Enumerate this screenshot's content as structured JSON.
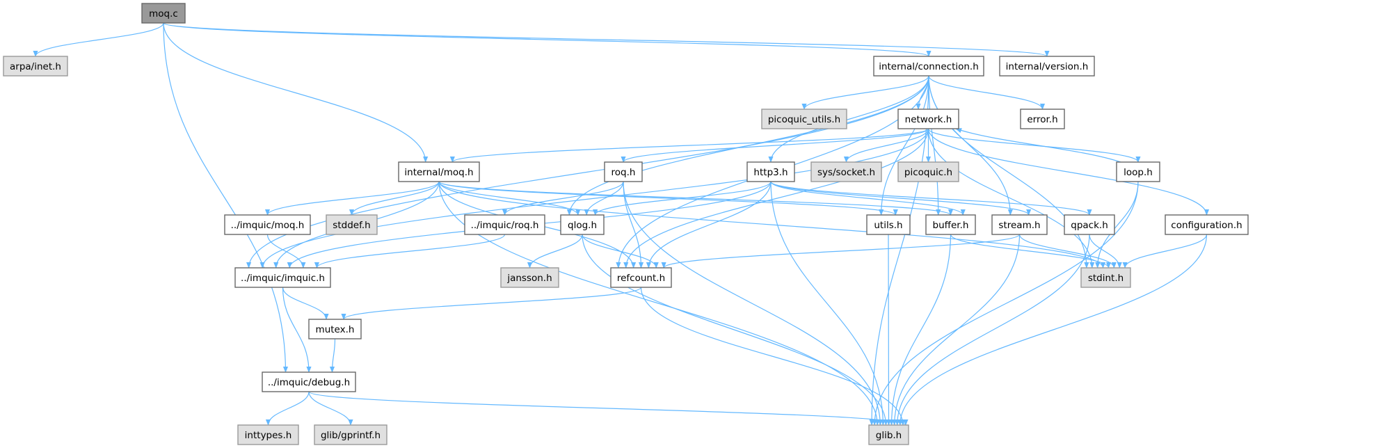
{
  "graph": {
    "edge_color": "#63b8ff",
    "nodes": {
      "moq_c": {
        "label": "moq.c",
        "kind": "root"
      },
      "arpa": {
        "label": "arpa/inet.h",
        "kind": "external"
      },
      "connection": {
        "label": "internal/connection.h",
        "kind": "normal"
      },
      "version": {
        "label": "internal/version.h",
        "kind": "normal"
      },
      "picoquic_utils": {
        "label": "picoquic_utils.h",
        "kind": "external"
      },
      "network": {
        "label": "network.h",
        "kind": "normal"
      },
      "error": {
        "label": "error.h",
        "kind": "normal"
      },
      "internal_moq": {
        "label": "internal/moq.h",
        "kind": "normal"
      },
      "roq": {
        "label": "roq.h",
        "kind": "normal"
      },
      "http3": {
        "label": "http3.h",
        "kind": "normal"
      },
      "socket": {
        "label": "sys/socket.h",
        "kind": "external"
      },
      "picoquic": {
        "label": "picoquic.h",
        "kind": "external"
      },
      "loop": {
        "label": "loop.h",
        "kind": "normal"
      },
      "imquic_moq": {
        "label": "../imquic/moq.h",
        "kind": "normal"
      },
      "stddef": {
        "label": "stddef.h",
        "kind": "external"
      },
      "imquic_roq": {
        "label": "../imquic/roq.h",
        "kind": "normal"
      },
      "qlog": {
        "label": "qlog.h",
        "kind": "normal"
      },
      "utils": {
        "label": "utils.h",
        "kind": "normal"
      },
      "buffer": {
        "label": "buffer.h",
        "kind": "normal"
      },
      "stream": {
        "label": "stream.h",
        "kind": "normal"
      },
      "qpack": {
        "label": "qpack.h",
        "kind": "normal"
      },
      "configuration": {
        "label": "configuration.h",
        "kind": "normal"
      },
      "imquic": {
        "label": "../imquic/imquic.h",
        "kind": "normal"
      },
      "jansson": {
        "label": "jansson.h",
        "kind": "external"
      },
      "refcount": {
        "label": "refcount.h",
        "kind": "normal"
      },
      "stdint": {
        "label": "stdint.h",
        "kind": "external"
      },
      "mutex": {
        "label": "mutex.h",
        "kind": "normal"
      },
      "debug": {
        "label": "../imquic/debug.h",
        "kind": "normal"
      },
      "inttypes": {
        "label": "inttypes.h",
        "kind": "external"
      },
      "gprintf": {
        "label": "glib/gprintf.h",
        "kind": "external"
      },
      "glib": {
        "label": "glib.h",
        "kind": "external"
      }
    },
    "edges": [
      [
        "moq_c",
        "arpa"
      ],
      [
        "moq_c",
        "connection"
      ],
      [
        "moq_c",
        "version"
      ],
      [
        "moq_c",
        "internal_moq"
      ],
      [
        "moq_c",
        "debug"
      ],
      [
        "connection",
        "picoquic_utils"
      ],
      [
        "connection",
        "network"
      ],
      [
        "connection",
        "error"
      ],
      [
        "connection",
        "http3"
      ],
      [
        "connection",
        "qlog"
      ],
      [
        "connection",
        "utils"
      ],
      [
        "connection",
        "buffer"
      ],
      [
        "connection",
        "stream"
      ],
      [
        "connection",
        "stdint"
      ],
      [
        "connection",
        "glib"
      ],
      [
        "connection",
        "refcount"
      ],
      [
        "connection",
        "imquic"
      ],
      [
        "network",
        "internal_moq"
      ],
      [
        "network",
        "roq"
      ],
      [
        "network",
        "imquic"
      ],
      [
        "network",
        "refcount"
      ],
      [
        "network",
        "socket"
      ],
      [
        "network",
        "picoquic"
      ],
      [
        "network",
        "stdint"
      ],
      [
        "network",
        "loop"
      ],
      [
        "network",
        "configuration"
      ],
      [
        "loop",
        "network"
      ],
      [
        "loop",
        "stdint"
      ],
      [
        "loop",
        "glib"
      ],
      [
        "internal_moq",
        "imquic_moq"
      ],
      [
        "internal_moq",
        "stddef"
      ],
      [
        "internal_moq",
        "qlog"
      ],
      [
        "internal_moq",
        "refcount"
      ],
      [
        "internal_moq",
        "glib"
      ],
      [
        "internal_moq",
        "utils"
      ],
      [
        "internal_moq",
        "buffer"
      ],
      [
        "internal_moq",
        "stdint"
      ],
      [
        "internal_moq",
        "imquic"
      ],
      [
        "roq",
        "imquic_roq"
      ],
      [
        "roq",
        "qlog"
      ],
      [
        "roq",
        "refcount"
      ],
      [
        "roq",
        "glib"
      ],
      [
        "http3",
        "qlog"
      ],
      [
        "http3",
        "imquic"
      ],
      [
        "http3",
        "refcount"
      ],
      [
        "http3",
        "glib"
      ],
      [
        "http3",
        "buffer"
      ],
      [
        "http3",
        "stream"
      ],
      [
        "http3",
        "qpack"
      ],
      [
        "imquic_moq",
        "imquic"
      ],
      [
        "imquic_roq",
        "imquic"
      ],
      [
        "qlog",
        "jansson"
      ],
      [
        "qlog",
        "refcount"
      ],
      [
        "qlog",
        "glib"
      ],
      [
        "utils",
        "glib"
      ],
      [
        "buffer",
        "glib"
      ],
      [
        "buffer",
        "stdint"
      ],
      [
        "stream",
        "refcount"
      ],
      [
        "stream",
        "glib"
      ],
      [
        "stream",
        "stdint"
      ],
      [
        "qpack",
        "glib"
      ],
      [
        "qpack",
        "stdint"
      ],
      [
        "configuration",
        "stdint"
      ],
      [
        "configuration",
        "glib"
      ],
      [
        "imquic",
        "mutex"
      ],
      [
        "imquic",
        "debug"
      ],
      [
        "mutex",
        "debug"
      ],
      [
        "refcount",
        "mutex"
      ],
      [
        "refcount",
        "glib"
      ],
      [
        "debug",
        "inttypes"
      ],
      [
        "debug",
        "gprintf"
      ],
      [
        "debug",
        "glib"
      ]
    ]
  }
}
